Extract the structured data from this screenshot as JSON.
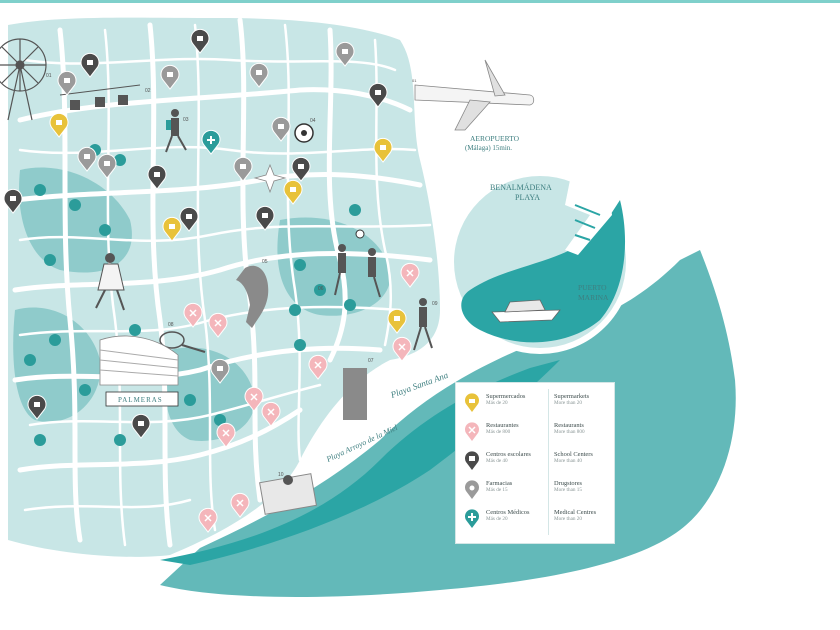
{
  "colors": {
    "map_land": "#c8e6e6",
    "roads": "#ffffff",
    "parks": "#7fc4c4",
    "sea": "#2ba5a5",
    "sea_light": "#63b9b9",
    "supermarket_pin": "#e8c23a",
    "restaurant_pin": "#f4b6bb",
    "school_pin": "#4a4a4a",
    "pharmacy_pin": "#9a9a9a",
    "medical_pin": "#2b9c9a"
  },
  "labels": {
    "airport": "AEROPUERTO",
    "airport_sub": "(Málaga) 15min.",
    "benalmadena": "BENALMÁDENA",
    "playa": "PLAYA",
    "puerto": "PUERTO",
    "marina": "MARINA",
    "beach1": "Playa Santa Ana",
    "beach2": "Playa Arroyo de la Miel",
    "building": "PALMERAS"
  },
  "numbers": {
    "n01": "01",
    "n02": "02",
    "n03": "03",
    "n04": "04",
    "n05": "05",
    "n06": "06",
    "n07": "07",
    "n08": "08",
    "n09": "09",
    "n10": "10"
  },
  "legend": [
    {
      "icon": "supermarket-pin-icon",
      "es": "Supermercados",
      "es_sub": "Más de 20",
      "en": "Supermarkets",
      "en_sub": "More than 20"
    },
    {
      "icon": "restaurant-pin-icon",
      "es": "Restaurantes",
      "es_sub": "Más de 800",
      "en": "Restaurants",
      "en_sub": "More than 800"
    },
    {
      "icon": "school-pin-icon",
      "es": "Centros escolares",
      "es_sub": "Más de 40",
      "en": "School Centers",
      "en_sub": "More than 40"
    },
    {
      "icon": "pharmacy-pin-icon",
      "es": "Farmacias",
      "es_sub": "Más de 15",
      "en": "Drugstores",
      "en_sub": "More than 15"
    },
    {
      "icon": "medical-pin-icon",
      "es": "Centros Médicos",
      "es_sub": "Más de 20",
      "en": "Medical Centres",
      "en_sub": "More than 20"
    }
  ]
}
